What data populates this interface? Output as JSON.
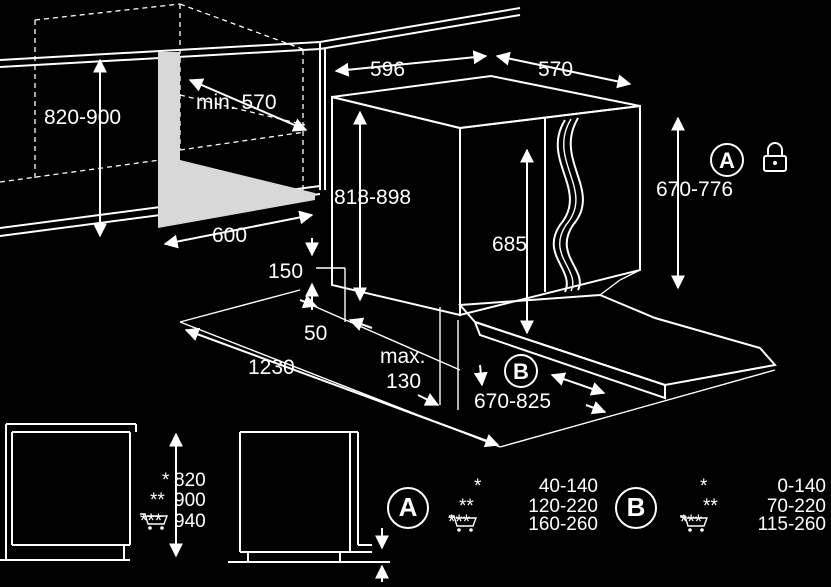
{
  "dimensions": {
    "cabinet_height": "820-900",
    "min_depth": "min. 570",
    "width_596": "596",
    "depth_570": "570",
    "niche_height": "818-898",
    "door_height": "670-776",
    "depth_600": "600",
    "panel_685": "685",
    "plinth_150": "150",
    "plinth_50": "50",
    "length_1230": "1230",
    "max_label": "max.",
    "max_value": "130",
    "door_range": "670-825"
  },
  "markers": {
    "a": "A",
    "b": "B"
  },
  "side_heights": [
    {
      "marker": "*",
      "value": "820"
    },
    {
      "marker": "**",
      "value": "900"
    },
    {
      "marker": "***",
      "value": "940"
    }
  ],
  "legend_a": [
    {
      "marker": "*",
      "value": "40-140"
    },
    {
      "marker": "**",
      "value": "120-220"
    },
    {
      "marker": "***",
      "value": "160-260"
    }
  ],
  "legend_b": [
    {
      "marker": "*",
      "value": "0-140"
    },
    {
      "marker": "**",
      "value": "70-220"
    },
    {
      "marker": "***",
      "value": "115-260"
    }
  ],
  "icons": [
    "lock-icon",
    "cart-icon"
  ]
}
